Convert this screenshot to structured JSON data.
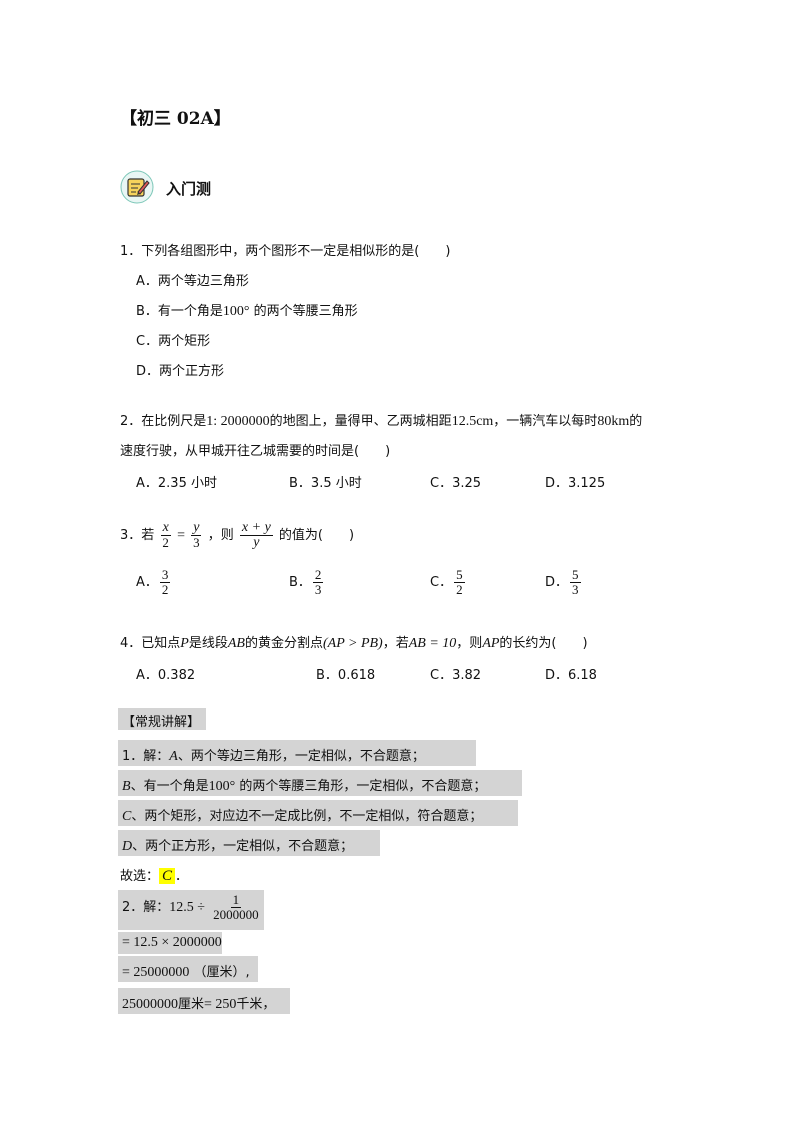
{
  "title": "【初三 02A】",
  "section": {
    "icon": "notebook-pencil-icon",
    "label": "入门测"
  },
  "q1": {
    "stem": "1．下列各组图形中，两个图形不一定是相似形的是(　　)",
    "A": "A．两个等边三角形",
    "B_pre": "B．有一个角是",
    "B_math": "100°",
    "B_post": "的两个等腰三角形",
    "C": "C．两个矩形",
    "D": "D．两个正方形"
  },
  "q2": {
    "l1_a": "2．在比例尺是",
    "l1_scale": "1: 2000000",
    "l1_b": "的地图上，量得甲、乙两城相距",
    "l1_dist": "12.5cm",
    "l1_c": "，一辆汽车以每时",
    "l1_speed": "80km",
    "l1_d": "的",
    "l2": "速度行驶，从甲城开往乙城需要的时间是(　　)",
    "A": "A．2.35 小时",
    "B": "B．3.5 小时",
    "C": "C．3.25",
    "D": "D．3.125"
  },
  "q3": {
    "pre": "3．若",
    "f1n": "x",
    "f1d": "2",
    "eq": "=",
    "f2n": "y",
    "f2d": "3",
    "mid": "，则",
    "f3n": "x + y",
    "f3d": "y",
    "post": "的值为(　　)",
    "A": "A．",
    "An": "3",
    "Ad": "2",
    "B": "B．",
    "Bn": "2",
    "Bd": "3",
    "C": "C．",
    "Cn": "5",
    "Cd": "2",
    "D": "D．",
    "Dn": "5",
    "Dd": "3"
  },
  "q4": {
    "a": "4．已知点",
    "P": "P",
    "b": "是线段",
    "AB": "AB",
    "c": "的黄金分割点",
    "cond": "(AP > PB)",
    "d": "，若",
    "eq": "AB = 10",
    "e": "，则",
    "AP": "AP",
    "f": "的长约为(　　)",
    "A": "A．0.382",
    "B": "B．0.618",
    "C": "C．3.82",
    "D": "D．6.18"
  },
  "solution": {
    "header": "【常规讲解】",
    "s1_l1_a": "1．解：",
    "s1_l1_m": "A",
    "s1_l1_b": "、两个等边三角形，一定相似，不合题意；",
    "s1_l2_m": "B",
    "s1_l2_a": "、有一个角是",
    "s1_l2_n": "100°",
    "s1_l2_b": "的两个等腰三角形，一定相似，不合题意；",
    "s1_l3_m": "C",
    "s1_l3_a": "、两个矩形，对应边不一定成比例，不一定相似，符合题意；",
    "s1_l4_m": "D",
    "s1_l4_a": "、两个正方形，一定相似，不合题意；",
    "s1_ans_a": "故选：",
    "s1_ans": "C",
    "s1_ans_b": "．",
    "s2_l1_a": "2．解：",
    "s2_l1_n": "12.5 ÷",
    "s2_l1_fn": "1",
    "s2_l1_fd": "2000000",
    "s2_l2": "= 12.5 × 2000000",
    "s2_l3_n": "= 25000000",
    "s2_l3_u": "（厘米）,",
    "s2_l4_a": "25000000",
    "s2_l4_b": "厘米",
    "s2_l4_c": "= 250",
    "s2_l4_d": "千米，"
  }
}
